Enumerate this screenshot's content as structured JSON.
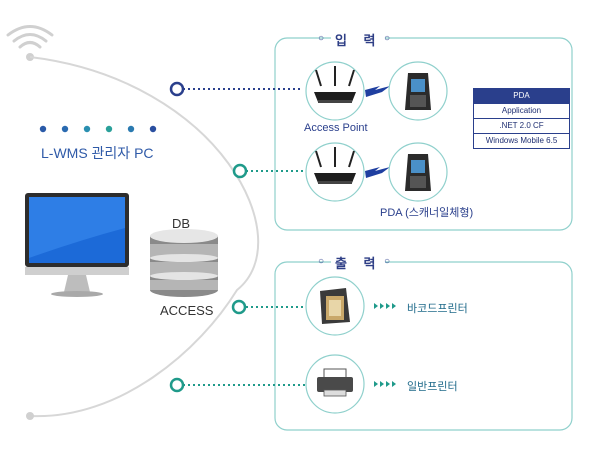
{
  "pc_label": "L-WMS 관리자 PC",
  "db": {
    "top_label": "DB",
    "bottom_label": "ACCESS"
  },
  "input_panel": {
    "title": "입 력",
    "access_point_label": "Access Point",
    "pda_label": "PDA (스캐너일체형)",
    "spec_table": [
      "PDA",
      "Application",
      ".NET 2.0 CF",
      "Windows Mobile 6.5"
    ]
  },
  "output_panel": {
    "title": "출 력",
    "barcode_label": "바코드프린터",
    "printer_label": "일반프린터"
  },
  "colors": {
    "navy": "#2a3f8c",
    "teal": "#1f9a8a",
    "panel_border": "#8fd0cc",
    "arc": "#d7d7d7",
    "label_blue": "#2f5aa8"
  },
  "icons": [
    "wifi-icon",
    "monitor-icon",
    "database-icon",
    "router-icon",
    "pda-icon",
    "lightning-icon",
    "barcode-printer-icon",
    "printer-icon",
    "arrow-icon"
  ]
}
